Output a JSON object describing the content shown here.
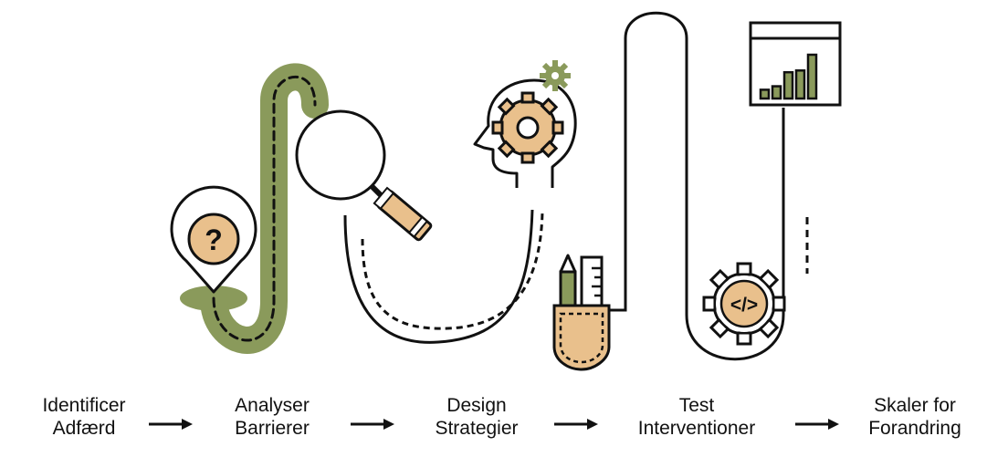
{
  "colors": {
    "olive": "#8a9a5b",
    "tan": "#e9c08c",
    "stroke": "#111111",
    "background": "#ffffff"
  },
  "icons": [
    "question-pin-icon",
    "magnifier-icon",
    "head-gear-icon",
    "pencil-ruler-pocket-icon",
    "code-gear-icon",
    "bar-chart-icon"
  ],
  "pin": {
    "symbol": "?"
  },
  "code_gear": {
    "symbol": "</>"
  },
  "steps": [
    {
      "line1": "Identificer",
      "line2": "Adfærd"
    },
    {
      "line1": "Analyser",
      "line2": "Barrierer"
    },
    {
      "line1": "Design",
      "line2": "Strategier"
    },
    {
      "line1": "Test",
      "line2": "Interventioner"
    },
    {
      "line1": "Skaler for",
      "line2": "Forandring"
    }
  ],
  "chart_icon": {
    "bars": [
      1,
      1.4,
      3,
      3.2,
      5
    ]
  }
}
